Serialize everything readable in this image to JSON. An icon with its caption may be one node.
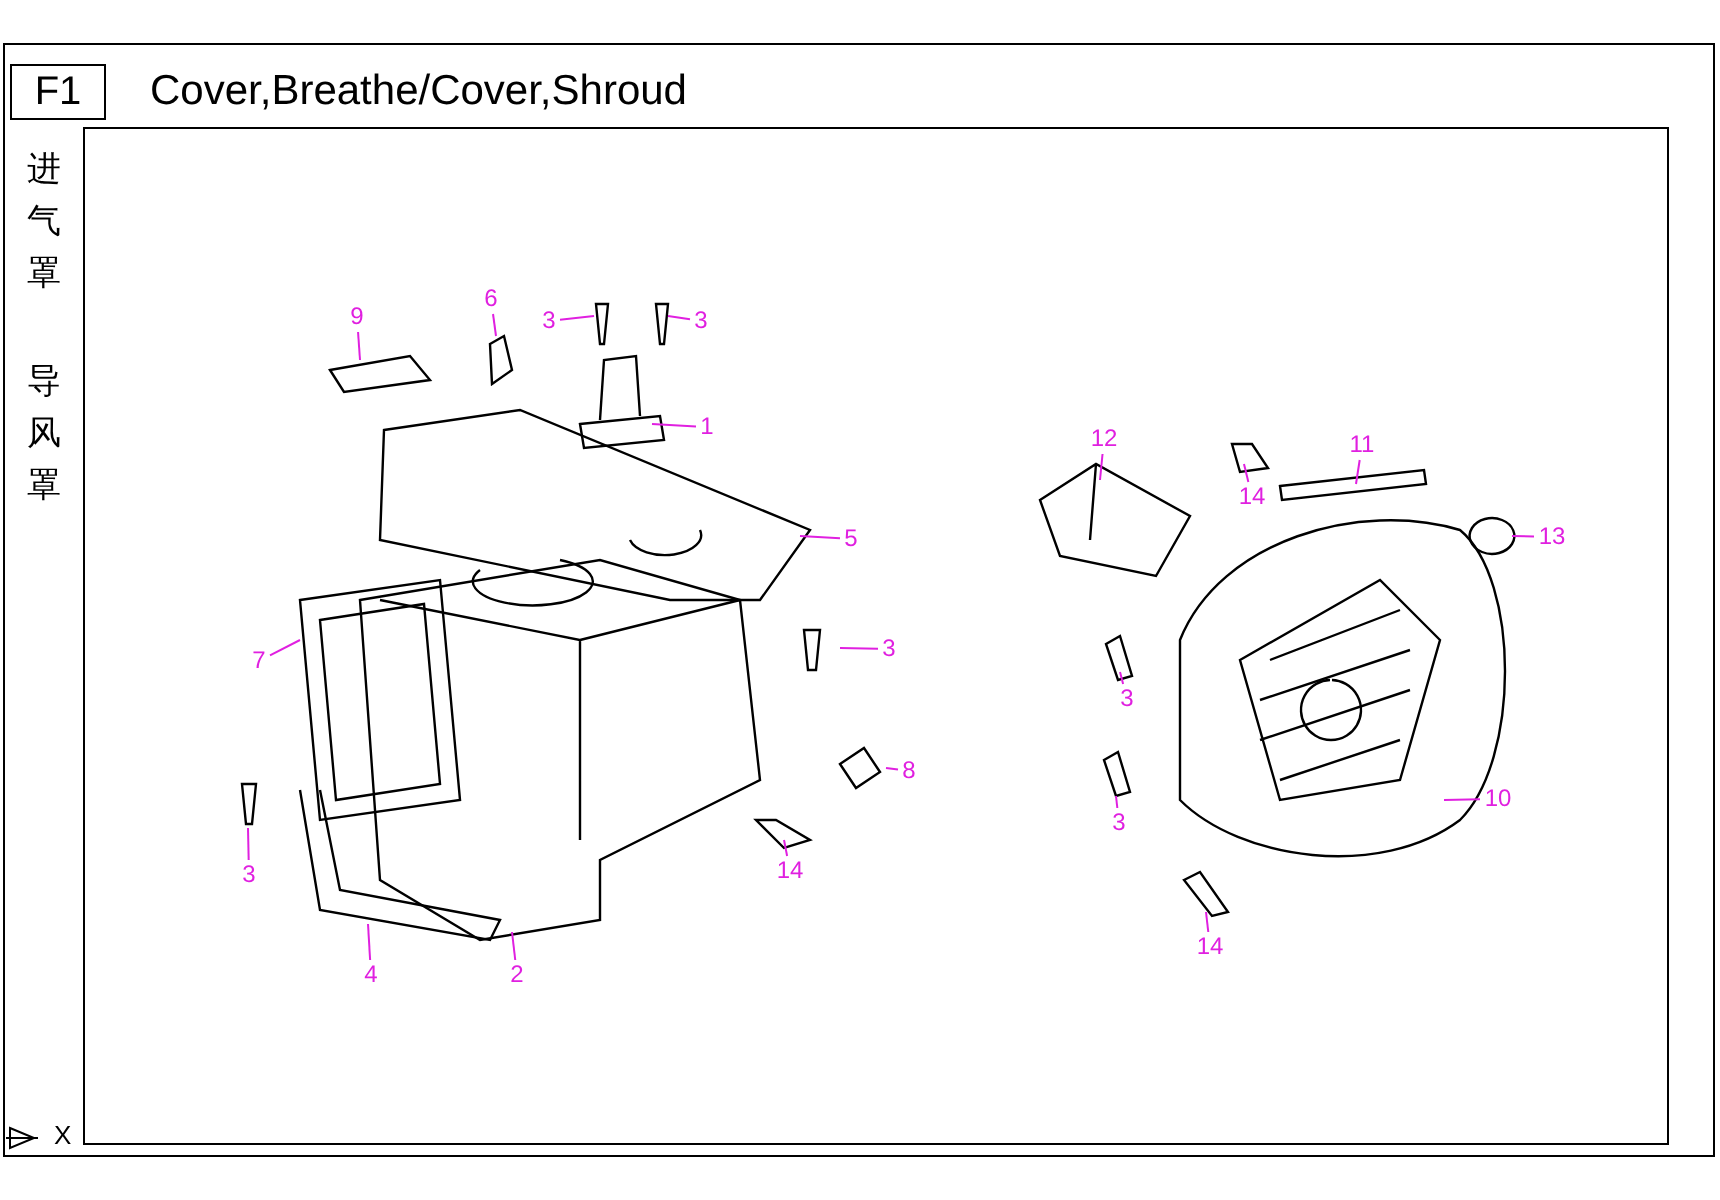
{
  "diagram": {
    "title": "Cover,Breathe/Cover,Shroud",
    "nodes": [
      {
        "text": [
          "F1"
        ]
      },
      {
        "text": [
          "9"
        ]
      },
      {
        "text": [
          "6"
        ]
      },
      {
        "text": [
          "3"
        ]
      },
      {
        "text": [
          "3"
        ]
      },
      {
        "text": [
          "1"
        ]
      },
      {
        "text": [
          "5"
        ]
      },
      {
        "text": [
          "3"
        ]
      },
      {
        "text": [
          "7"
        ]
      },
      {
        "text": [
          "8"
        ]
      },
      {
        "text": [
          "3"
        ]
      },
      {
        "text": [
          "14"
        ]
      },
      {
        "text": [
          "4"
        ]
      },
      {
        "text": [
          "2"
        ]
      },
      {
        "text": [
          "12"
        ]
      },
      {
        "text": [
          "11"
        ]
      },
      {
        "text": [
          "14"
        ]
      },
      {
        "text": [
          "13"
        ]
      },
      {
        "text": [
          "3"
        ]
      },
      {
        "text": [
          "3"
        ]
      },
      {
        "text": [
          "10"
        ]
      },
      {
        "text": [
          "14"
        ]
      }
    ],
    "edges": [
      {
        "from": 1,
        "to": null,
        "arrow": "none"
      },
      {
        "from": 2,
        "to": null,
        "arrow": "none"
      },
      {
        "from": 3,
        "to": null,
        "arrow": "none"
      },
      {
        "from": 4,
        "to": null,
        "arrow": "none"
      },
      {
        "from": 5,
        "to": null,
        "arrow": "none"
      },
      {
        "from": 6,
        "to": null,
        "arrow": "none"
      },
      {
        "from": 7,
        "to": null,
        "arrow": "none"
      },
      {
        "from": 8,
        "to": null,
        "arrow": "none"
      },
      {
        "from": 9,
        "to": null,
        "arrow": "none"
      },
      {
        "from": 10,
        "to": null,
        "arrow": "none"
      },
      {
        "from": 11,
        "to": null,
        "arrow": "none"
      },
      {
        "from": 12,
        "to": null,
        "arrow": "none"
      },
      {
        "from": 13,
        "to": null,
        "arrow": "none"
      },
      {
        "from": 14,
        "to": null,
        "arrow": "none"
      },
      {
        "from": 15,
        "to": null,
        "arrow": "none"
      },
      {
        "from": 16,
        "to": null,
        "arrow": "none"
      },
      {
        "from": 17,
        "to": null,
        "arrow": "none"
      },
      {
        "from": 18,
        "to": null,
        "arrow": "none"
      },
      {
        "from": 19,
        "to": null,
        "arrow": "none"
      },
      {
        "from": 20,
        "to": null,
        "arrow": "none"
      },
      {
        "from": 21,
        "to": null,
        "arrow": "none"
      }
    ],
    "labels": [
      "进气罩",
      "导风罩",
      "X"
    ]
  }
}
